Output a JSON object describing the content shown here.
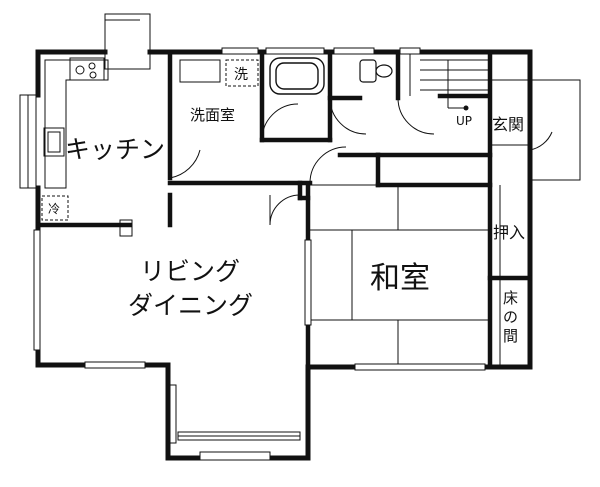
{
  "rooms": {
    "kitchen": "キッチン",
    "washroom": "洗面室",
    "living_line1": "リビング",
    "living_line2": "ダイニング",
    "washitsu": "和室",
    "entrance": "玄関",
    "oshiire": "押入",
    "tokonoma_1": "床",
    "tokonoma_2": "の",
    "tokonoma_3": "間"
  },
  "fixtures": {
    "washer": "洗",
    "fridge": "冷",
    "stairs_up": "UP"
  },
  "icons": {
    "window": "window-mark",
    "door": "door-swing",
    "stairs": "stairs-icon"
  }
}
